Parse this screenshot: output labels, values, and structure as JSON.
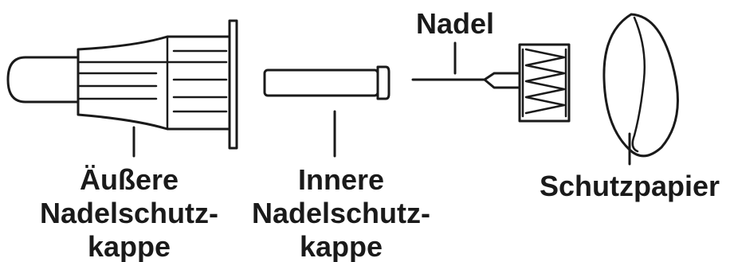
{
  "labels": {
    "outer_cap": [
      "Äußere",
      "Nadelschutz-",
      "kappe"
    ],
    "inner_cap": [
      "Innere",
      "Nadelschutz-",
      "kappe"
    ],
    "needle": "Nadel",
    "paper": "Schutzpapier"
  },
  "colors": {
    "ink": "#1a1a1a",
    "background": "#ffffff"
  }
}
